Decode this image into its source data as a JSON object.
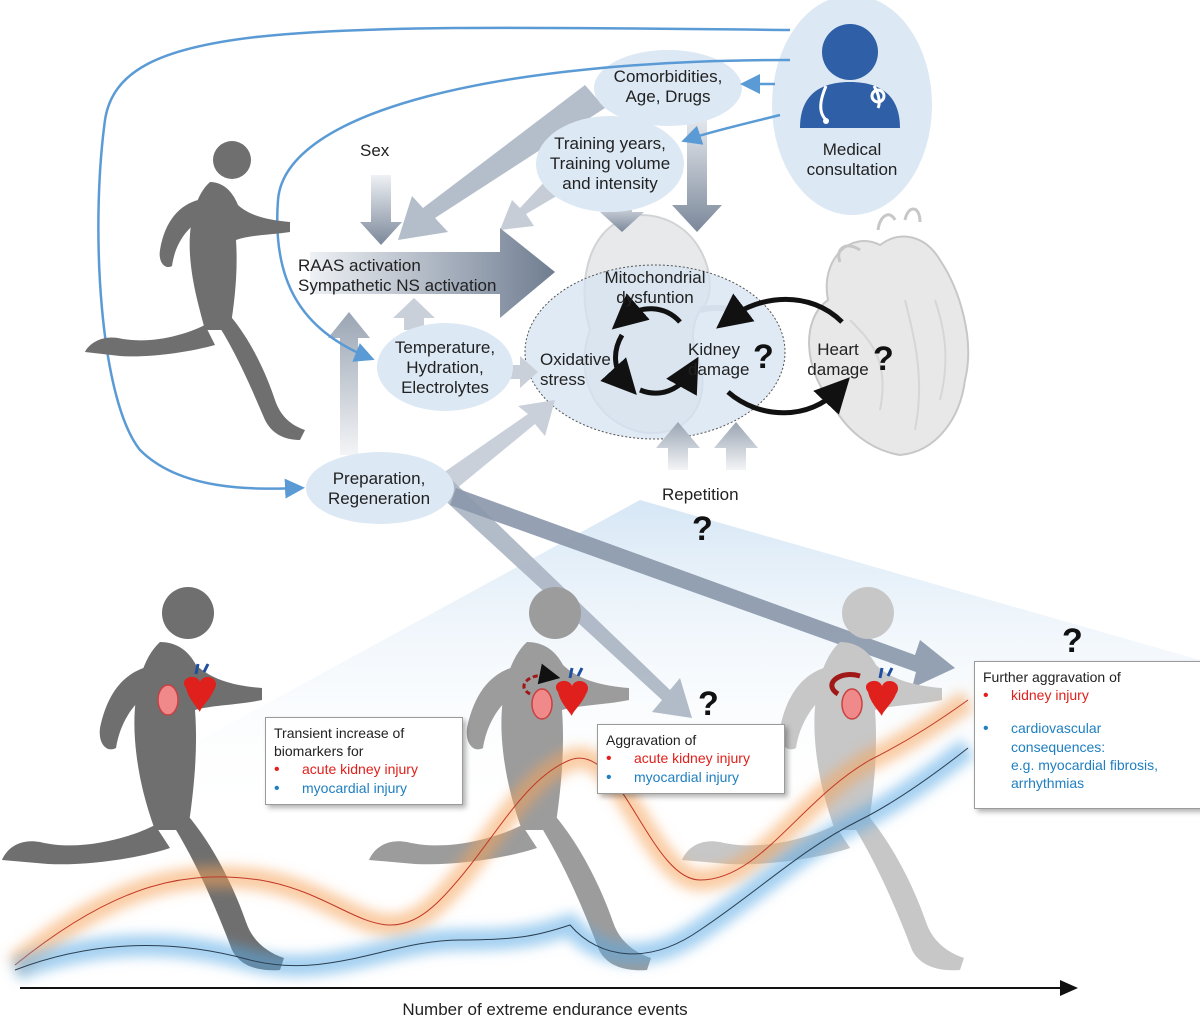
{
  "labels": {
    "sex": "Sex",
    "comorbidities": [
      "Comorbidities,",
      "Age, Drugs"
    ],
    "training": [
      "Training years,",
      "Training volume",
      "and intensity"
    ],
    "medical": [
      "Medical",
      "consultation"
    ],
    "raas": [
      "RAAS activation",
      "Sympathetic NS activation"
    ],
    "temperature": [
      "Temperature,",
      "Hydration,",
      "Electrolytes"
    ],
    "mito": [
      "Mitochondrial",
      "dysfuntion"
    ],
    "oxidative": [
      "Oxidative",
      "stress"
    ],
    "kidney": [
      "Kidney",
      "damage"
    ],
    "heart": [
      "Heart",
      "damage"
    ],
    "preparation": [
      "Preparation,",
      "Regeneration"
    ],
    "repetition": "Repetition",
    "question": "?"
  },
  "boxes": {
    "transient": {
      "title": [
        "Transient increase of",
        "biomarkers for"
      ],
      "items": [
        "acute kidney injury",
        "myocardial injury"
      ]
    },
    "aggravation": {
      "title": "Aggravation of",
      "items": [
        "acute kidney injury",
        "myocardial injury"
      ]
    },
    "further": {
      "title": "Further aggravation of",
      "items": [
        "kidney injury",
        "cardiovascular",
        "consequences:",
        "e.g. myocardial fibrosis,",
        "arrhythmias"
      ]
    }
  },
  "bullet": "•",
  "axis": {
    "label": "Number of extreme endurance events"
  },
  "colors": {
    "bubble": "#dce8f4",
    "connector": "#5b9bd5",
    "kidney_injury": "#e0201c",
    "myocardial_injury": "#1f7fc0",
    "doctor": "#2f5fa6"
  }
}
